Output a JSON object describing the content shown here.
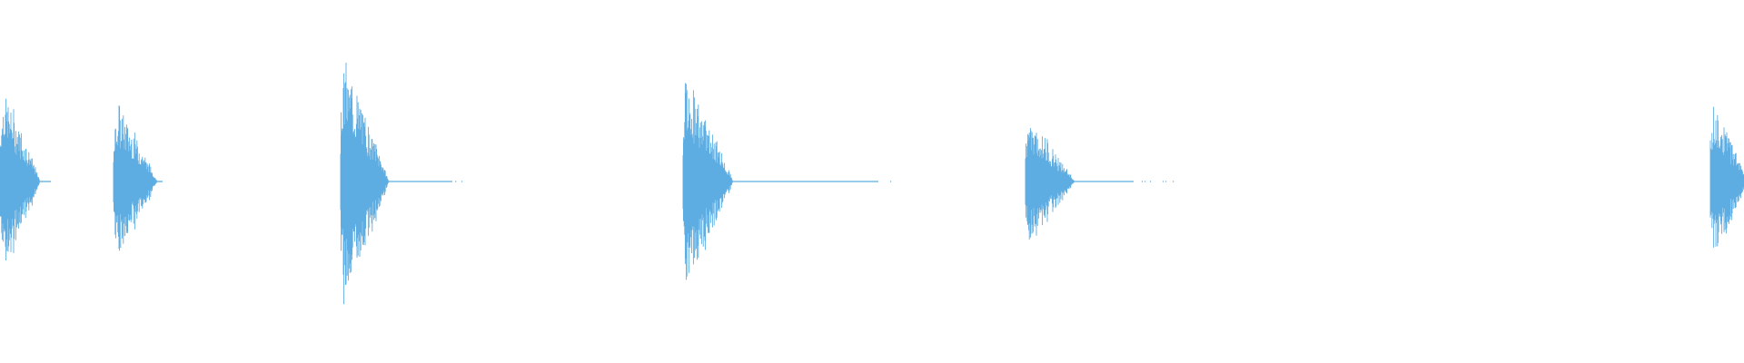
{
  "waveform": {
    "color": "#5dade2",
    "background": "#ffffff",
    "bursts": [
      {
        "name": "waveform-burst-1",
        "start": 0,
        "attack": 4,
        "body": 40,
        "amp": 0.55,
        "tail": 12,
        "dots": false
      },
      {
        "name": "waveform-burst-2",
        "start": 125,
        "attack": 4,
        "body": 44,
        "amp": 0.47,
        "tail": 6,
        "dots": false
      },
      {
        "name": "waveform-burst-3",
        "start": 375,
        "attack": 3,
        "body": 50,
        "amp": 0.72,
        "tail": 70,
        "dots": true,
        "dotsEnd": 522
      },
      {
        "name": "waveform-burst-4",
        "start": 752,
        "attack": 3,
        "body": 52,
        "amp": 0.62,
        "tail": 160,
        "dots": true,
        "dotsEnd": 985
      },
      {
        "name": "waveform-burst-5",
        "start": 1129,
        "attack": 4,
        "body": 50,
        "amp": 0.38,
        "tail": 65,
        "dots": true,
        "dotsEnd": 1302
      },
      {
        "name": "waveform-burst-6",
        "start": 1883,
        "attack": 4,
        "body": 37,
        "amp": 0.48,
        "tail": 0,
        "dots": false
      }
    ]
  }
}
